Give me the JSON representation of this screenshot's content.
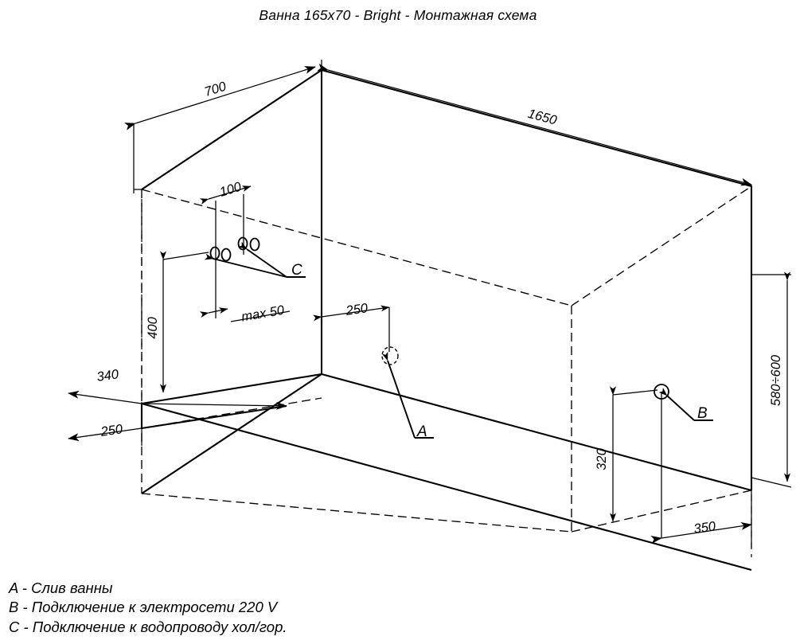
{
  "title": "Ванна 165x70 - Bright - Монтажная схема",
  "drawing": {
    "type": "isometric-installation-diagram",
    "product": "Ванна 165x70 Bright",
    "units": "mm",
    "line_color": "#000000",
    "background": "#ffffff"
  },
  "dimensions": {
    "width_700": "700",
    "length_1650": "1650",
    "offset_100": "100",
    "max_50": "max 50",
    "height_400": "400",
    "depth_340": "340",
    "depth_250": "250",
    "drain_250": "250",
    "height_580_600": "580÷600",
    "height_320": "320",
    "width_350": "350"
  },
  "markers": {
    "a": "A",
    "b": "B",
    "c": "C"
  },
  "legend": {
    "items": [
      "A - Слив ванны",
      "B - Подключение к электросети 220 V",
      "C - Подключение к водопроводу хол/гор."
    ]
  }
}
